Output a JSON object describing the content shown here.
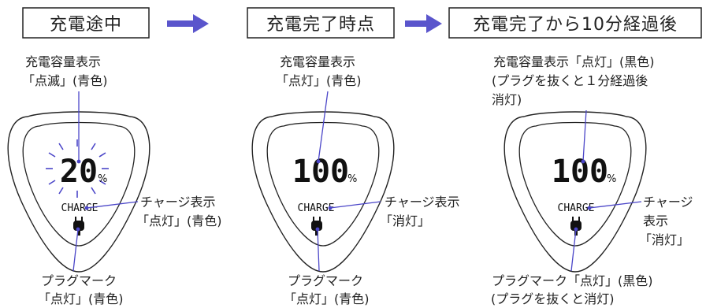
{
  "headers": [
    "充電途中",
    "充電完了時点",
    "充電完了から10分経過後"
  ],
  "colors": {
    "blue": "#4b46c8",
    "arrow": "#5a55cc",
    "outline": "#222222"
  },
  "panels": [
    {
      "display_value": "20",
      "unit": "%",
      "charge_text": "CHARGE",
      "blinking": true,
      "top_annotation": [
        "充電容量表示",
        "「点滅」(青色)"
      ],
      "charge_annotation": [
        "チャージ表示",
        "「点灯」(青色)"
      ],
      "bottom_annotation": [
        "プラグマーク",
        "「点灯」(青色)"
      ]
    },
    {
      "display_value": "100",
      "unit": "%",
      "charge_text": "CHARGE",
      "blinking": false,
      "top_annotation": [
        "充電容量表示",
        "「点灯」(青色)"
      ],
      "charge_annotation": [
        "チャージ表示",
        "「消灯」"
      ],
      "bottom_annotation": [
        "プラグマーク",
        "「点灯」(青色)"
      ]
    },
    {
      "display_value": "100",
      "unit": "%",
      "charge_text": "CHARGE",
      "blinking": false,
      "top_annotation": [
        "充電容量表示「点灯」(黒色)",
        "(プラグを抜くと１分経過後",
        "消灯)"
      ],
      "charge_annotation": [
        "チャージ",
        "表示",
        "「消灯」"
      ],
      "bottom_annotation": [
        "プラグマーク「点灯」(黒色)",
        "(プラグを抜くと消灯)"
      ]
    }
  ]
}
